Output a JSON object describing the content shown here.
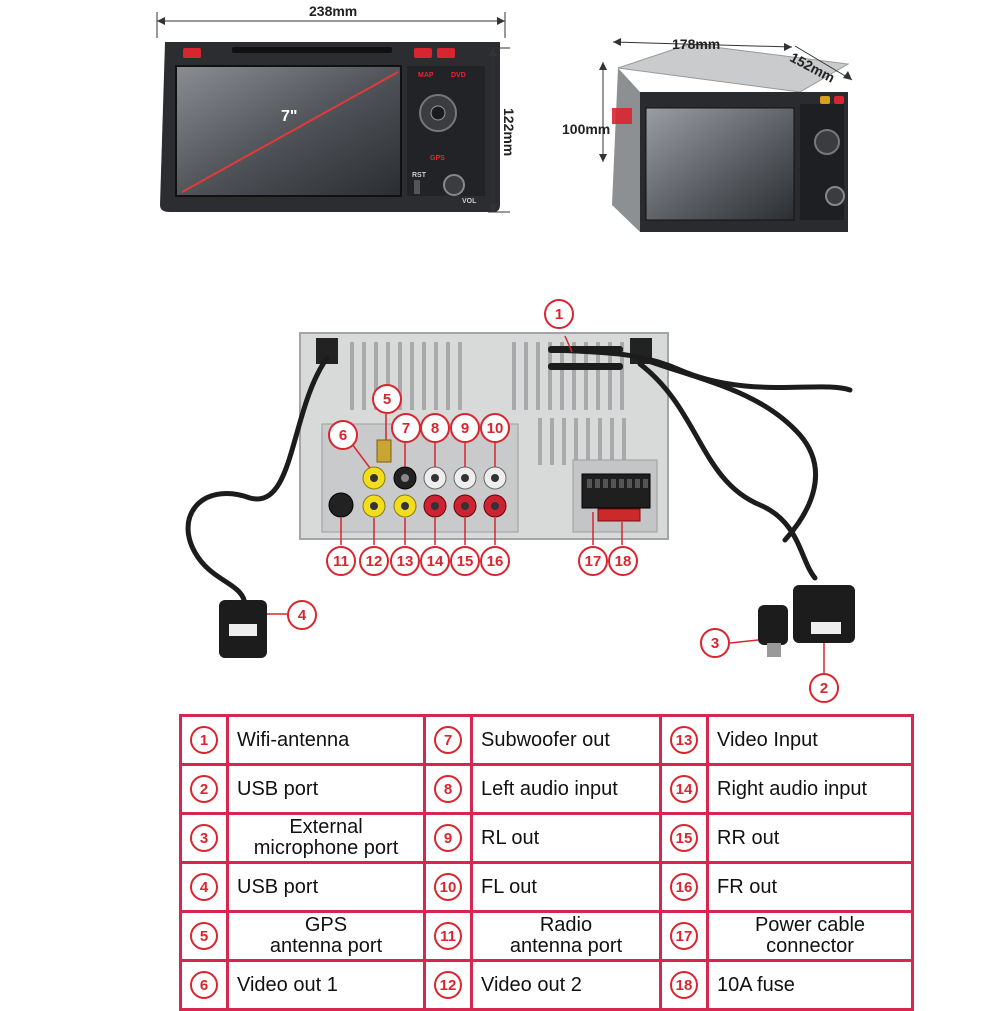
{
  "dimensions": {
    "front_width": "238mm",
    "front_height": "122mm",
    "screen_size": "7\"",
    "side_width": "178mm",
    "side_depth": "152mm",
    "side_height": "100mm"
  },
  "panel_labels": {
    "map": "MAP",
    "dvd": "DVD",
    "gps": "GPS",
    "vol": "VOL",
    "rst": "RST"
  },
  "callouts": [
    "1",
    "2",
    "3",
    "4",
    "5",
    "6",
    "7",
    "8",
    "9",
    "10",
    "11",
    "12",
    "13",
    "14",
    "15",
    "16",
    "17",
    "18"
  ],
  "legend": [
    [
      {
        "num": "1",
        "text": "Wifi-antenna"
      },
      {
        "num": "7",
        "text": "Subwoofer out"
      },
      {
        "num": "13",
        "text": "Video Input"
      }
    ],
    [
      {
        "num": "2",
        "text": "USB port"
      },
      {
        "num": "8",
        "text": "Left audio input"
      },
      {
        "num": "14",
        "text": "Right audio input"
      }
    ],
    [
      {
        "num": "3",
        "text": "External microphone port",
        "lines": [
          "External",
          "microphone port"
        ]
      },
      {
        "num": "9",
        "text": "RL out"
      },
      {
        "num": "15",
        "text": "RR out"
      }
    ],
    [
      {
        "num": "4",
        "text": "USB port"
      },
      {
        "num": "10",
        "text": "FL out"
      },
      {
        "num": "16",
        "text": "FR out"
      }
    ],
    [
      {
        "num": "5",
        "text": "GPS antenna port",
        "lines": [
          "GPS",
          "antenna port"
        ]
      },
      {
        "num": "11",
        "text": "Radio antenna port",
        "lines": [
          "Radio",
          "antenna port"
        ]
      },
      {
        "num": "17",
        "text": "Power cable connector",
        "lines": [
          "Power cable",
          "connector"
        ]
      }
    ],
    [
      {
        "num": "6",
        "text": "Video out 1"
      },
      {
        "num": "12",
        "text": "Video out 2"
      },
      {
        "num": "18",
        "text": "10A fuse"
      }
    ]
  ],
  "colors": {
    "accent_red": "#d9252f",
    "table_border": "#d7264f",
    "rca_yellow": "#f2dd1c",
    "rca_red": "#cc2233",
    "rca_white": "#eeeeee"
  }
}
